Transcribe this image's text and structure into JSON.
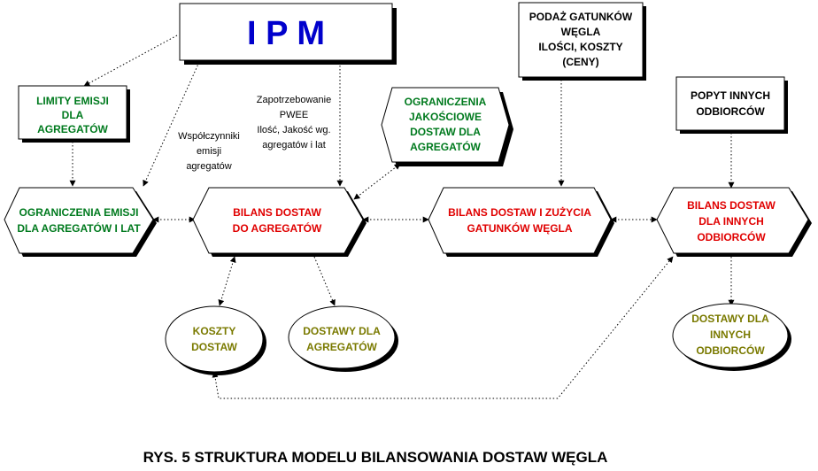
{
  "ipm": "I P M",
  "limity": [
    "LIMITY EMISJI",
    "DLA",
    "AGREGATÓW"
  ],
  "podaz": [
    "PODAŻ GATUNKÓW",
    "WĘGLA",
    "ILOŚCI, KOSZTY",
    "(CENY)"
  ],
  "popyt": [
    "POPYT INNYCH",
    "ODBIORCÓW"
  ],
  "ogr_jakosc": [
    "OGRANICZENIA",
    "JAKOŚCIOWE",
    "DOSTAW DLA",
    "AGREGATÓW"
  ],
  "ogr_emisji": [
    "OGRANICZENIA EMISJI",
    "DLA AGREGATÓW I LAT"
  ],
  "bilans_agr": [
    "BILANS DOSTAW",
    "DO AGREGATÓW"
  ],
  "bilans_zuzycia": [
    "BILANS DOSTAW  I ZUŻYCIA",
    "GATUNKÓW WĘGLA"
  ],
  "bilans_innych": [
    "BILANS DOSTAW",
    "DLA INNYCH",
    "ODBIORCÓW"
  ],
  "koszty": [
    "KOSZTY",
    "DOSTAW"
  ],
  "dostawy_agr": [
    "DOSTAWY DLA",
    "AGREGATÓW"
  ],
  "dostawy_innych": [
    "DOSTAWY DLA",
    "INNYCH",
    "ODBIORCÓW"
  ],
  "note_wspolczynniki": [
    "Współczynniki",
    "emisji",
    "agregatów"
  ],
  "note_zapotrzebowanie": [
    "Zapotrzebowanie",
    "PWEE",
    "Ilość, Jakość wg.",
    "agregatów i lat"
  ],
  "caption": "RYS. 5  STRUKTURA MODELU  BILANSOWANIA DOSTAW WĘGLA",
  "colors": {
    "green": "#007a1e",
    "red": "#e00000",
    "olive": "#7a7a00",
    "blue": "#0000cc"
  }
}
